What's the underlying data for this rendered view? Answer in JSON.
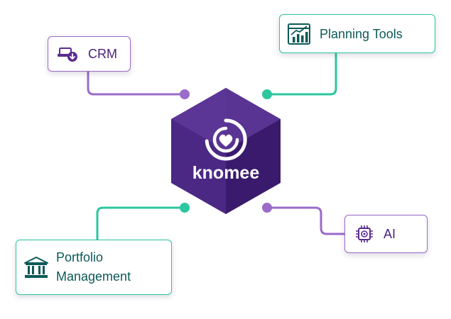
{
  "hub": {
    "brand": "knomee",
    "colors": {
      "top": "#5f3a9a",
      "left": "#4a2782",
      "right": "#3a1a6c",
      "logo": "#ffffff"
    }
  },
  "colors": {
    "purple_link": "#9a6bc8",
    "teal_link": "#2cc7a0"
  },
  "nodes": {
    "crm": {
      "label": "CRM",
      "icon": "crm-icon"
    },
    "planning": {
      "label": "Planning Tools",
      "icon": "chart-icon"
    },
    "ai": {
      "label": "AI",
      "icon": "ai-chip-icon"
    },
    "portfolio": {
      "label": "Portfolio\nManagement",
      "icon": "bank-icon"
    }
  }
}
